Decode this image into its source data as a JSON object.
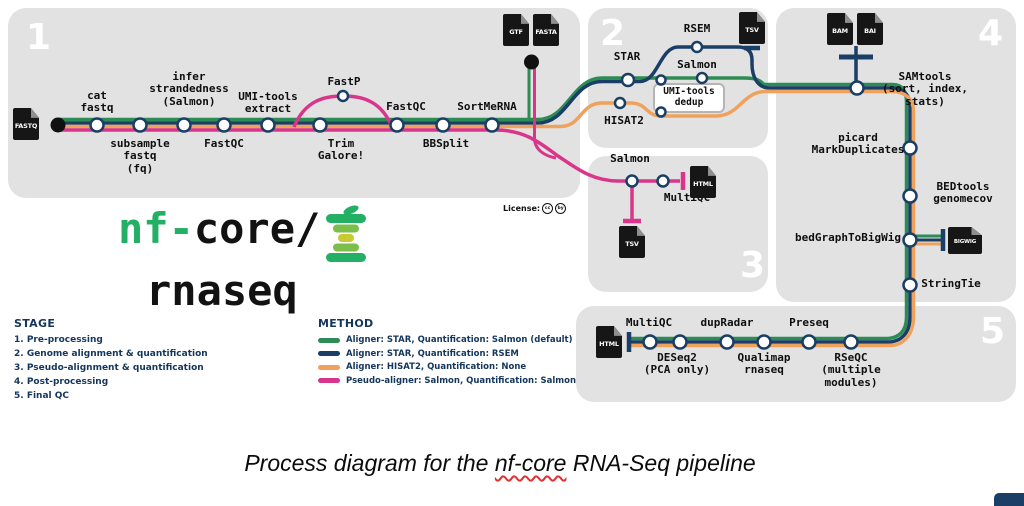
{
  "colors": {
    "green": "#2C8C54",
    "navy": "#1A3E66",
    "orange": "#F0A15B",
    "pink": "#D9368B",
    "black": "#111111",
    "box_gray": "#E2E2E2"
  },
  "stages": {
    "n1": "1",
    "n2": "2",
    "n3": "3",
    "n4": "4",
    "n5": "5"
  },
  "stage1": {
    "cat_fastq": "cat\nfastq",
    "subsample": "subsample\nfastq\n(fq)",
    "infer_strandedness": "infer\nstrandedness\n(Salmon)",
    "fastqc_a": "FastQC",
    "umi_tools_extract": "UMI-tools\nextract",
    "trim_galore": "Trim\nGalore!",
    "fastp": "FastP",
    "fastqc_b": "FastQC",
    "bbsplit": "BBSplit",
    "sortmerna": "SortMeRNA",
    "icon_fastq": "FASTQ",
    "icon_gtf": "GTF",
    "icon_fasta": "FASTA"
  },
  "stage2": {
    "star": "STAR",
    "hisat2": "HISAT2",
    "rsem": "RSEM",
    "salmon": "Salmon",
    "umi_dedup": "UMI-tools\ndedup",
    "icon_tsv": "TSV"
  },
  "stage3": {
    "salmon": "Salmon",
    "multiqc": "MultiQC",
    "icon_html": "HTML",
    "icon_tsv": "TSV"
  },
  "stage4": {
    "samtools": "SAMtools\n(sort, index,\nstats)",
    "picard": "picard\nMarkDuplicates",
    "bedtools": "BEDtools\ngenomecov",
    "bedgraphtobigwig": "bedGraphToBigWig",
    "stringtie": "StringTie",
    "icon_bam": "BAM",
    "icon_bai": "BAI",
    "icon_bigwig": "BIGWIG"
  },
  "stage5": {
    "multiqc": "MultiQC",
    "deseq2": "DESeq2\n(PCA only)",
    "dupradar": "dupRadar",
    "qualimap": "Qualimap\nrnaseq",
    "preseq": "Preseq",
    "rseqc": "RSeQC\n(multiple\nmodules)",
    "icon_html": "HTML"
  },
  "license": {
    "label": "License:",
    "badge_cc": "cc",
    "badge_by": "by"
  },
  "logo": {
    "green_part": "nf-",
    "dark_part": "core/",
    "line2": "rnaseq"
  },
  "legend_stage": {
    "title": "STAGE",
    "items": [
      "1. Pre-processing",
      "2. Genome alignment & quantification",
      "3. Pseudo-alignment & quantification",
      "4. Post-processing",
      "5. Final QC"
    ]
  },
  "legend_method": {
    "title": "METHOD",
    "items": [
      {
        "color": "green",
        "label": "Aligner: STAR, Quantification: Salmon (default)"
      },
      {
        "color": "navy",
        "label": "Aligner: STAR, Quantification: RSEM"
      },
      {
        "color": "orange",
        "label": "Aligner: HISAT2, Quantification: None"
      },
      {
        "color": "pink",
        "label": "Pseudo-aligner: Salmon, Quantification: Salmon"
      }
    ]
  },
  "caption": {
    "pre": "Process diagram for the ",
    "underlined": "nf-core",
    "post": " RNA-Seq pipeline"
  }
}
